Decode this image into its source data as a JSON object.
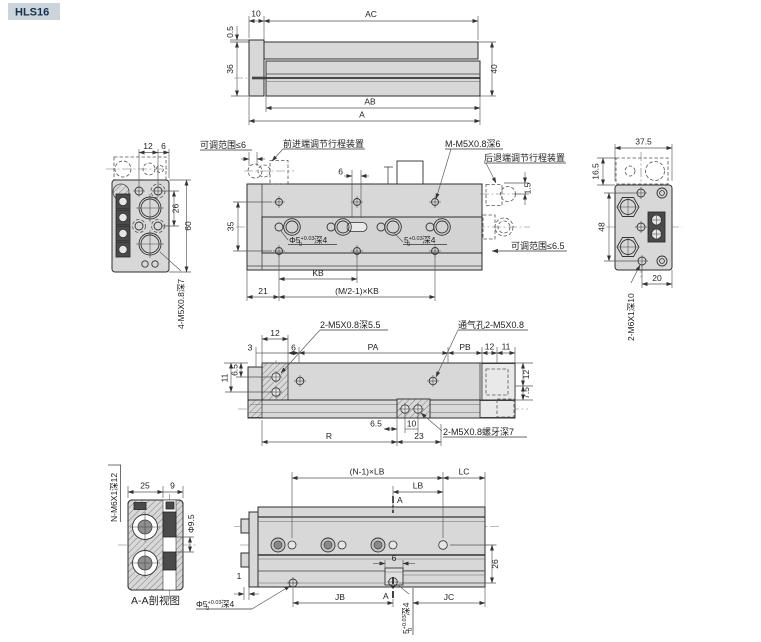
{
  "header": {
    "model": "HLS16"
  },
  "side_view": {
    "d_cap": "10",
    "d_ac": "AC",
    "d_05": "0.5",
    "d_36": "36",
    "d_40": "40",
    "d_ab": "AB",
    "d_a": "A"
  },
  "left_end_view": {
    "d_12": "12",
    "d_6": "6",
    "d_26": "26",
    "d_60": "60",
    "thread_label": "4-M5X0.8深7"
  },
  "plan_view": {
    "adj_range_front": "可调范围≤6",
    "front_adj_label": "前进端调节行程装置",
    "m_thread_label": "M-M5X0.8深6",
    "rear_adj_label": "后退端调节行程装置",
    "d_15": "1.5",
    "adj_range_rear": "可调范围≤6.5",
    "d_6": "6",
    "d_35": "35",
    "hole_tol": {
      "base": "Φ5",
      "sup": "+0.03",
      "sub": "0",
      "tail": "深4"
    },
    "slot_tol": {
      "base": "5",
      "sup": "+0.03",
      "sub": "0",
      "tail": "深4"
    },
    "d_kb": "KB",
    "d_21": "21",
    "d_mkb": "(M/2-1)×KB"
  },
  "right_end_view": {
    "d_375": "37.5",
    "d_165": "16.5",
    "d_48": "48",
    "d_20": "20",
    "thread_label": "2-M6X1深10"
  },
  "bottom_view": {
    "label_m5_55": "2-M5X0.8深5.5",
    "label_vent": "通气孔2-M5X0.8",
    "d12_left": "12",
    "d3": "3",
    "d6": "6",
    "d_pa": "PA",
    "d_pb": "PB",
    "d12_right": "12",
    "d11_right": "11",
    "d11_side": "11",
    "d65_side": "6.5",
    "d12_r": "12",
    "d75_r": "7.5",
    "d65_bot": "6.5",
    "d10_bot": "10",
    "d_r": "R",
    "d23": "23",
    "label_thread7": "2-M5X0.8螺牙深7"
  },
  "section_view": {
    "label_n": "N-M6X1深12",
    "d25": "25",
    "d9": "9",
    "d95": "Φ9.5",
    "caption": "A-A剖视图"
  },
  "lower_view": {
    "d_nlb": "(N-1)×LB",
    "d_lb": "LB",
    "d_lc": "LC",
    "sec_a_top": "A",
    "sec_a_bot": "A",
    "d26": "26",
    "d6": "6",
    "d1": "1",
    "d_jb": "JB",
    "d_jc": "JC",
    "slot_tol": {
      "base": "5",
      "sup": "+0.03",
      "sub": "0",
      "tail": "深4"
    },
    "hole_label": {
      "base": "Φ5",
      "sup": "+0.03",
      "sub": "0",
      "tail": "深4"
    }
  }
}
